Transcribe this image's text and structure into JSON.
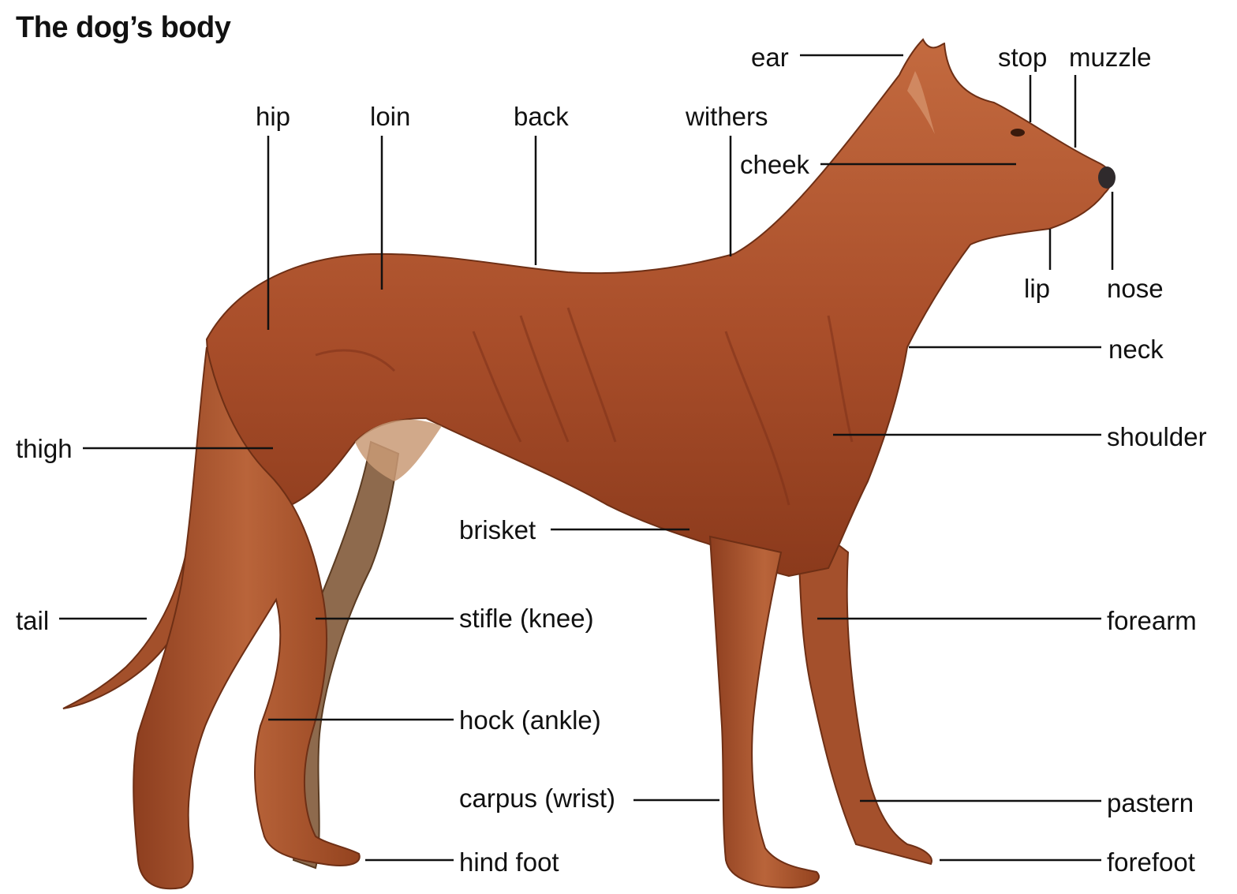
{
  "title": "The dog’s body",
  "colors": {
    "coat": "#b3562f",
    "coat_dark": "#7e3219",
    "coat_light": "#d39066",
    "leader": "#111111"
  },
  "labels": {
    "ear": "ear",
    "stop": "stop",
    "muzzle": "muzzle",
    "hip": "hip",
    "loin": "loin",
    "back": "back",
    "withers": "withers",
    "cheek": "cheek",
    "lip": "lip",
    "nose": "nose",
    "neck": "neck",
    "thigh": "thigh",
    "shoulder": "shoulder",
    "brisket": "brisket",
    "tail": "tail",
    "stifle": "stifle (knee)",
    "forearm": "forearm",
    "hock": "hock (ankle)",
    "carpus": "carpus (wrist)",
    "pastern": "pastern",
    "hind_foot": "hind foot",
    "forefoot": "forefoot"
  }
}
